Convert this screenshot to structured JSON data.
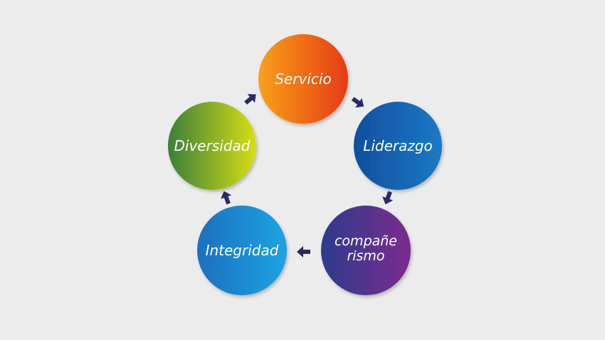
{
  "diagram": {
    "background": "#ececec",
    "arrow_color": "#2a2a63",
    "nodes": [
      {
        "id": "servicio",
        "label": "Servicio",
        "colors": [
          "#f9a01a",
          "#e53b17"
        ]
      },
      {
        "id": "liderazgo",
        "label": "Liderazgo",
        "colors": [
          "#0f4f9f",
          "#1c79c5"
        ]
      },
      {
        "id": "companerismo",
        "label_lines": [
          "compañe",
          "rismo"
        ],
        "colors": [
          "#2d3b8d",
          "#7b2b8e"
        ]
      },
      {
        "id": "integridad",
        "label": "Integridad",
        "colors": [
          "#1f6fbf",
          "#1ba3e3"
        ]
      },
      {
        "id": "diversidad",
        "label": "Diversidad",
        "colors": [
          "#3b7f3a",
          "#d7de14"
        ]
      }
    ]
  }
}
